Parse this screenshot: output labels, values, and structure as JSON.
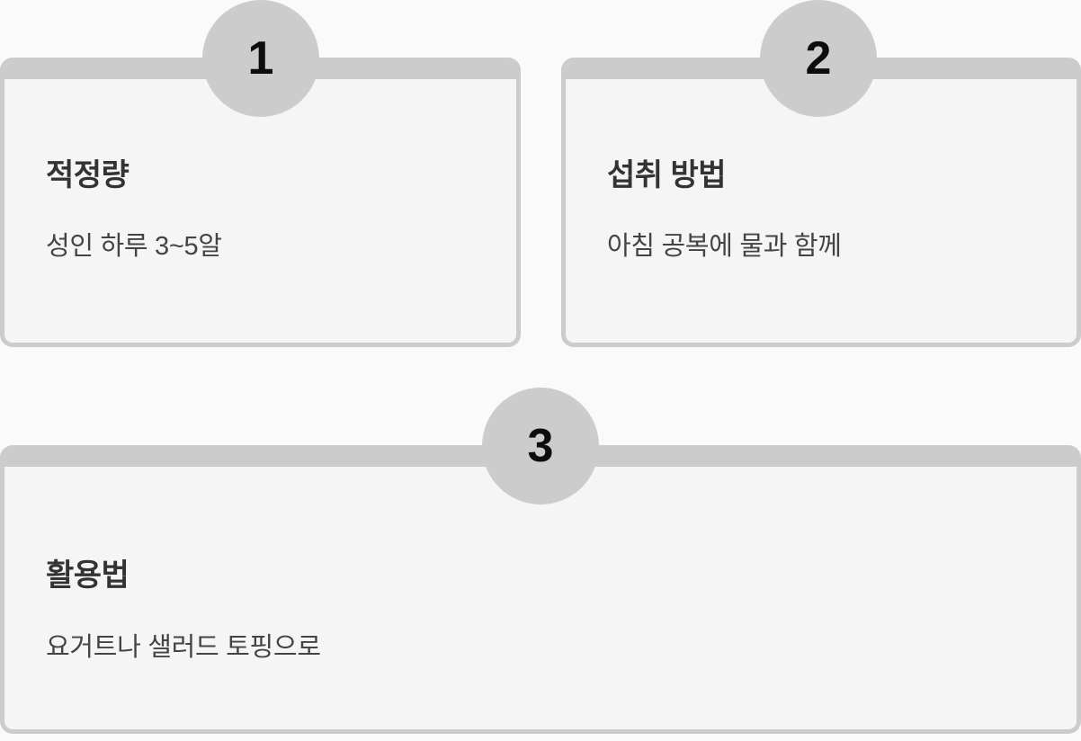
{
  "theme": {
    "page_background": "#fafafa",
    "card_background": "#f5f5f5",
    "border_color": "#cccccc",
    "badge_background": "#cccccc",
    "badge_number_color": "#0d0d0d",
    "title_color": "#333333",
    "text_color": "#444444"
  },
  "steps": [
    {
      "number": "1",
      "title": "적정량",
      "text": "성인 하루 3~5알"
    },
    {
      "number": "2",
      "title": "섭취 방법",
      "text": "아침 공복에 물과 함께"
    },
    {
      "number": "3",
      "title": "활용법",
      "text": "요거트나 샐러드 토핑으로"
    }
  ]
}
